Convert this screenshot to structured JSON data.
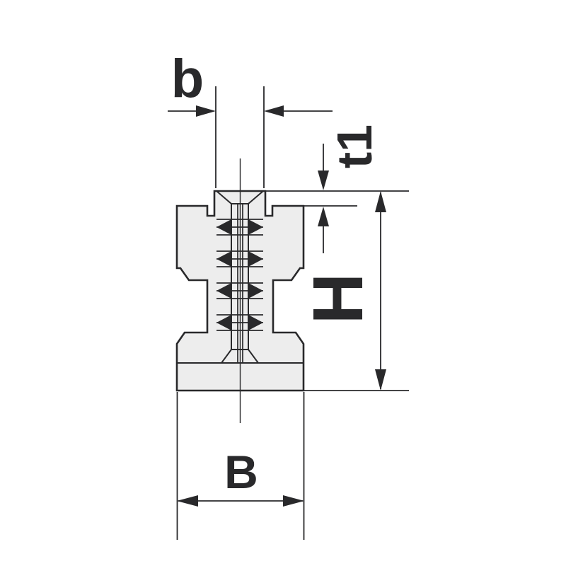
{
  "drawing": {
    "type": "technical-cross-section",
    "dimensions": {
      "b": {
        "label": "b"
      },
      "t1": {
        "label": "t1"
      },
      "H": {
        "label": "H"
      },
      "B": {
        "label": "B"
      }
    }
  },
  "colors": {
    "line": "#29292b",
    "part_fill": "#ededed",
    "background": "#ffffff"
  }
}
